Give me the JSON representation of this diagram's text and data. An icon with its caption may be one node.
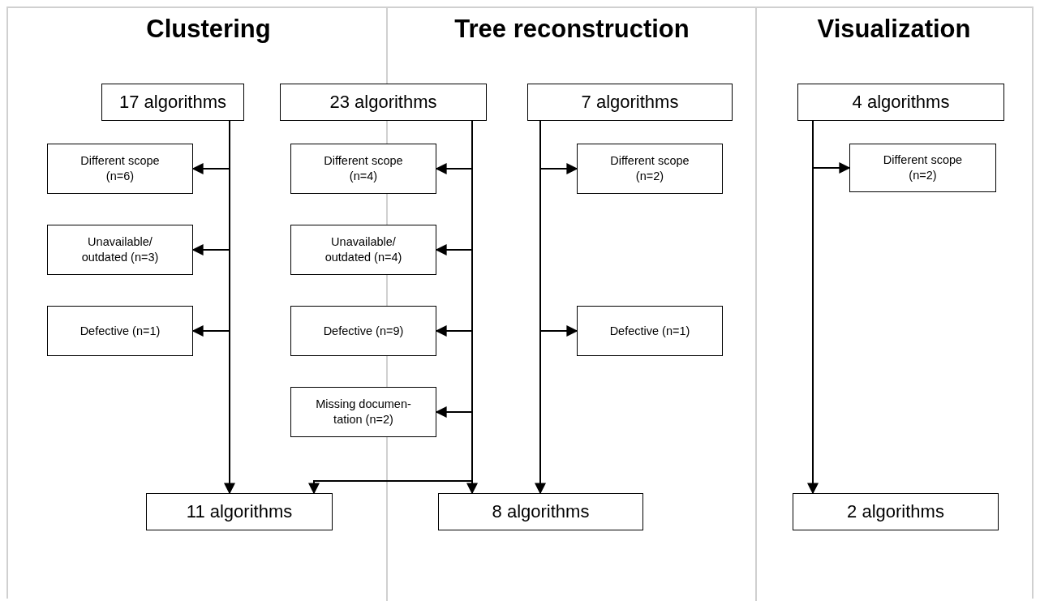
{
  "diagram": {
    "nodes": [
      {
        "text": [
          "17 algorithms"
        ]
      },
      {
        "text": [
          "23 algorithms"
        ]
      },
      {
        "text": [
          "7 algorithms"
        ]
      },
      {
        "text": [
          "4 algorithms"
        ]
      },
      {
        "text": [
          "Different scope (n=6)"
        ]
      },
      {
        "text": [
          "Different scope (n=4)"
        ]
      },
      {
        "text": [
          "Different scope (n=2)"
        ]
      },
      {
        "text": [
          "Different scope (n=2)"
        ]
      },
      {
        "text": [
          "Unavailable/ outdated (n=3)"
        ]
      },
      {
        "text": [
          "Unavailable/ outdated (n=4)"
        ]
      },
      {
        "text": [
          "Defective (n=1)"
        ]
      },
      {
        "text": [
          "Defective (n=9)"
        ]
      },
      {
        "text": [
          "Defective (n=1)"
        ]
      },
      {
        "text": [
          "Missing documen- tation (n=2)"
        ]
      },
      {
        "text": [
          "11 algorithms"
        ]
      },
      {
        "text": [
          "8 algorithms"
        ]
      },
      {
        "text": [
          "2 algorithms"
        ]
      }
    ],
    "edges": [
      {
        "from": 0,
        "to": 4,
        "arrow": "to"
      },
      {
        "from": 0,
        "to": 8,
        "arrow": "to"
      },
      {
        "from": 0,
        "to": 10,
        "arrow": "to"
      },
      {
        "from": 0,
        "to": 14,
        "arrow": "to"
      },
      {
        "from": 1,
        "to": 5,
        "arrow": "to"
      },
      {
        "from": 1,
        "to": 9,
        "arrow": "to"
      },
      {
        "from": 1,
        "to": 11,
        "arrow": "to"
      },
      {
        "from": 1,
        "to": 13,
        "arrow": "to"
      },
      {
        "from": 1,
        "to": 15,
        "arrow": "to"
      },
      {
        "from": 1,
        "to": 14,
        "arrow": "to"
      },
      {
        "from": 2,
        "to": 6,
        "arrow": "to"
      },
      {
        "from": 2,
        "to": 12,
        "arrow": "to"
      },
      {
        "from": 2,
        "to": 15,
        "arrow": "to"
      },
      {
        "from": 3,
        "to": 7,
        "arrow": "to"
      },
      {
        "from": 3,
        "to": 16,
        "arrow": "to"
      }
    ],
    "labels": [
      "Clustering",
      "Tree reconstruction",
      "Visualization"
    ]
  }
}
